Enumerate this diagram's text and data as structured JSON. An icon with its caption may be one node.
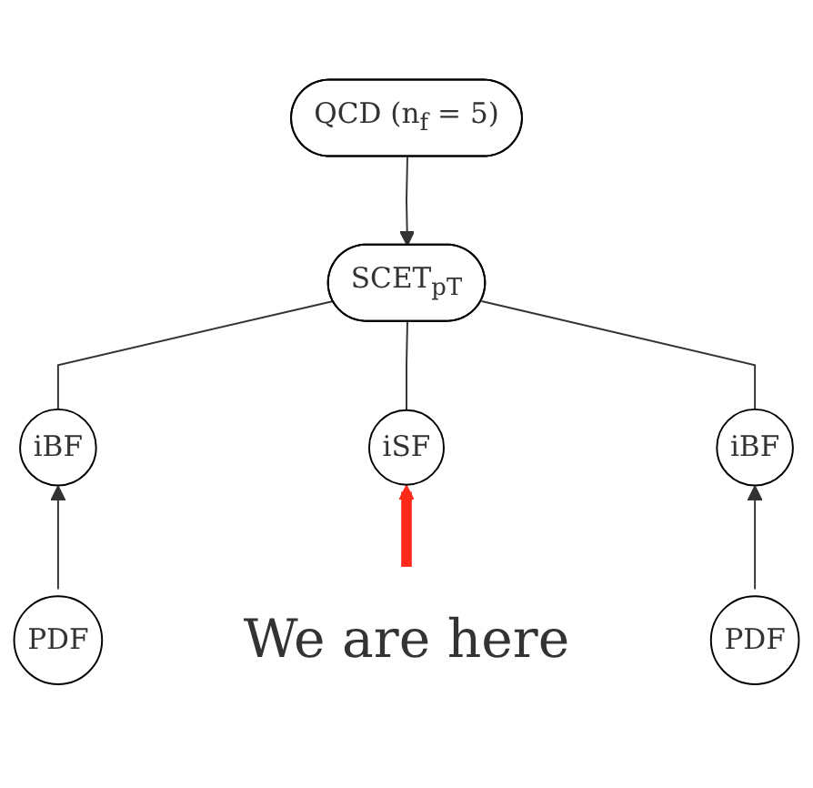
{
  "diagram": {
    "nodes": [
      {
        "text": [
          "QCD (n$_{f}$ = 5)"
        ]
      },
      {
        "text": [
          "SCET$_{pT}$"
        ]
      },
      {
        "text": [
          "iBF"
        ]
      },
      {
        "text": [
          "iSF"
        ]
      },
      {
        "text": [
          "iBF"
        ]
      },
      {
        "text": [
          "PDF"
        ]
      },
      {
        "text": [
          "PDF"
        ]
      },
      {
        "text": [
          "We are here"
        ]
      }
    ],
    "edges": [
      {
        "from": 0,
        "to": 1,
        "arrow": "to"
      },
      {
        "from": 1,
        "to": 2,
        "arrow": "none"
      },
      {
        "from": 1,
        "to": 3,
        "arrow": "none"
      },
      {
        "from": 1,
        "to": 4,
        "arrow": "none"
      },
      {
        "from": 5,
        "to": 2,
        "arrow": "to"
      },
      {
        "from": 7,
        "to": 3,
        "arrow": "to",
        "style": "thick",
        "color": "#ff2a1a"
      },
      {
        "from": 6,
        "to": 4,
        "arrow": "to"
      }
    ]
  }
}
